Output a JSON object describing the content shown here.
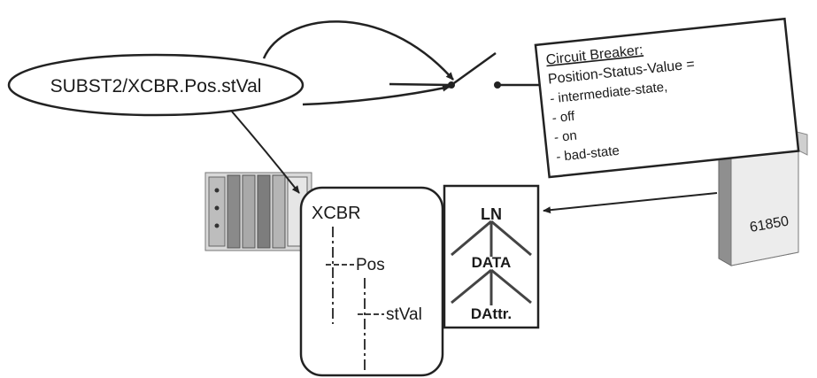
{
  "ellipse_label": "SUBST2/XCBR.Pos.stVal",
  "note": {
    "line1": "Circuit Breaker:",
    "line2": "Position-Status-Value =",
    "items": [
      "- intermediate-state,",
      "- off",
      "- on",
      "- bad-state"
    ]
  },
  "tree": {
    "root": "XCBR",
    "child": "Pos",
    "grandchild": "stVal"
  },
  "hierarchy": {
    "top": "LN",
    "middle": "DATA",
    "bottom": "DAttr."
  },
  "book_label": "61850"
}
